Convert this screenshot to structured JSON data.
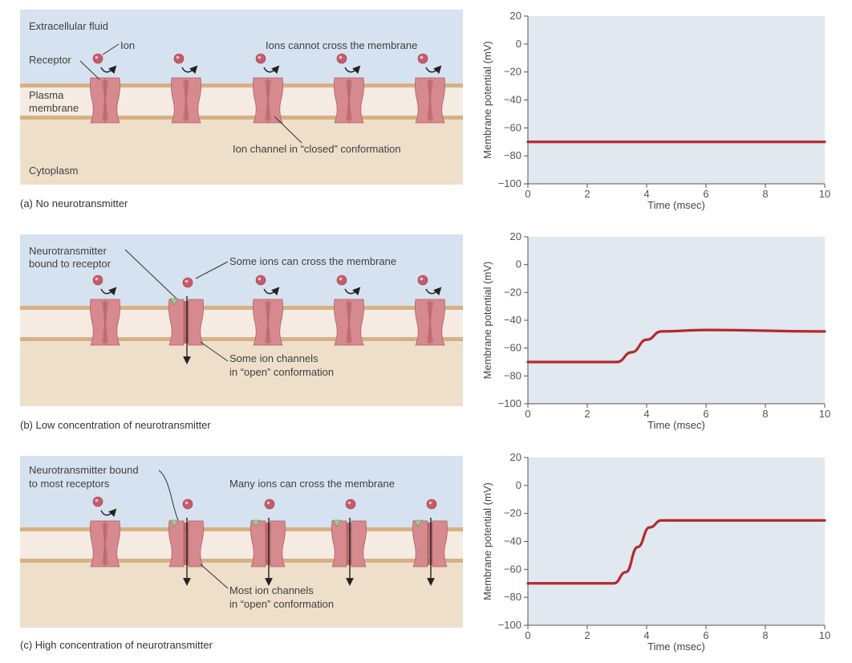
{
  "colors": {
    "fluid": "#d6e2ef",
    "membrane": "#f5ebe2",
    "membrane_line": "#d7b184",
    "cytoplasm": "#eedfcb",
    "channel": "#d68a8f",
    "channel_dark": "#b35f66",
    "ion": "#c85a6a",
    "neurotransmitter": "#a8c48e",
    "plot_bg": "#e1e8ef",
    "trace": "#b42a2e"
  },
  "panels": [
    {
      "caption_letter": "(a)",
      "caption_text": " No neurotransmitter",
      "labels": {
        "extracellular": "Extracellular fluid",
        "ion": "Ion",
        "receptor": "Receptor",
        "plasma_line1": "Plasma",
        "plasma_line2": "membrane",
        "cytoplasm": "Cytoplasm",
        "ions_cross": "Ions cannot cross the membrane",
        "channel_line1": "Ion channel in “closed” conformation",
        "channel_line2": ""
      }
    },
    {
      "caption_letter": "(b)",
      "caption_text": " Low concentration of neurotransmitter",
      "labels": {
        "nt_line1": "Neurotransmitter",
        "nt_line2": "bound to receptor",
        "ions_cross": "Some ions can cross the membrane",
        "channel_line1": "Some ion channels",
        "channel_line2": "in “open” conformation"
      }
    },
    {
      "caption_letter": "(c)",
      "caption_text": " High concentration of neurotransmitter",
      "labels": {
        "nt_line1": "Neurotransmitter bound",
        "nt_line2": "to most receptors",
        "ions_cross": "Many ions can cross the membrane",
        "channel_line1": "Most ion channels",
        "channel_line2": "in “open” conformation"
      }
    }
  ],
  "chart_data": [
    {
      "type": "line",
      "ylabel": "Membrane potential (mV)",
      "xlabel": "Time (msec)",
      "xlim": [
        0,
        10
      ],
      "ylim": [
        -100,
        20
      ],
      "xticks": [
        0,
        2,
        4,
        6,
        8,
        10
      ],
      "yticks": [
        20,
        0,
        -20,
        -40,
        -60,
        -80,
        -100
      ],
      "grid": false,
      "series": [
        {
          "x": [
            0,
            10
          ],
          "y": [
            -70,
            -70
          ]
        }
      ]
    },
    {
      "type": "line",
      "ylabel": "Membrane potential (mV)",
      "xlabel": "Time (msec)",
      "xlim": [
        0,
        10
      ],
      "ylim": [
        -100,
        20
      ],
      "xticks": [
        0,
        2,
        4,
        6,
        8,
        10
      ],
      "yticks": [
        20,
        0,
        -20,
        -40,
        -60,
        -80,
        -100
      ],
      "grid": false,
      "series": [
        {
          "x": [
            0,
            3.0,
            3.5,
            4.0,
            4.5,
            6,
            10
          ],
          "y": [
            -70,
            -70,
            -63,
            -54,
            -48,
            -47,
            -48
          ]
        }
      ]
    },
    {
      "type": "line",
      "ylabel": "Membrane potential (mV)",
      "xlabel": "Time (msec)",
      "xlim": [
        0,
        10
      ],
      "ylim": [
        -100,
        20
      ],
      "xticks": [
        0,
        2,
        4,
        6,
        8,
        10
      ],
      "yticks": [
        20,
        0,
        -20,
        -40,
        -60,
        -80,
        -100
      ],
      "grid": false,
      "series": [
        {
          "x": [
            0,
            2.9,
            3.3,
            3.7,
            4.1,
            4.5,
            6,
            10
          ],
          "y": [
            -70,
            -70,
            -62,
            -44,
            -30,
            -25,
            -25,
            -25
          ]
        }
      ]
    }
  ]
}
